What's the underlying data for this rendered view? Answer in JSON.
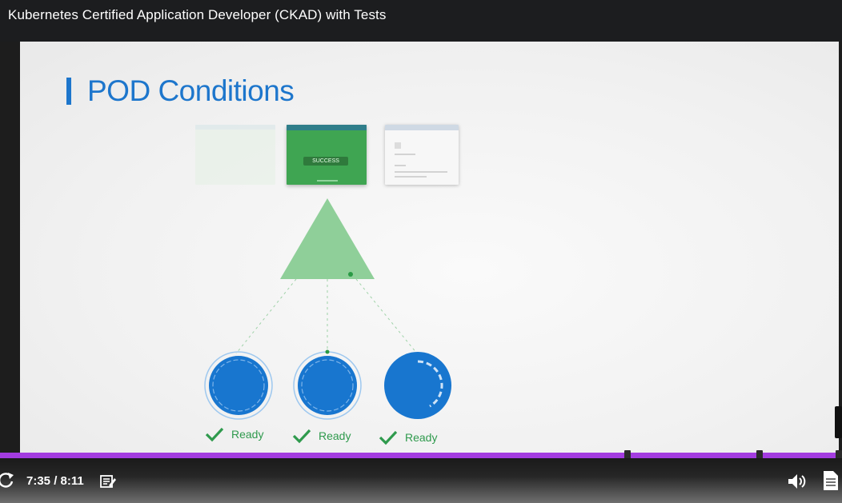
{
  "window": {
    "title": "Kubernetes Certified Application Developer (CKAD) with Tests"
  },
  "slide": {
    "title": "POD Conditions",
    "thumbnail_badge": "SUCCESS",
    "ready_labels": [
      "Ready",
      "Ready",
      "Ready"
    ],
    "colors": {
      "title": "#1d76cc",
      "pod": "#1876cf",
      "node": "#8fcf99",
      "ready": "#2f9a4d"
    }
  },
  "player": {
    "current_time": "7:35",
    "duration": "8:11",
    "time_display": "7:35 / 8:11",
    "progress_color": "#a33ce0",
    "icons": [
      "replay-icon",
      "notes-icon",
      "volume-icon",
      "transcript-icon"
    ]
  }
}
